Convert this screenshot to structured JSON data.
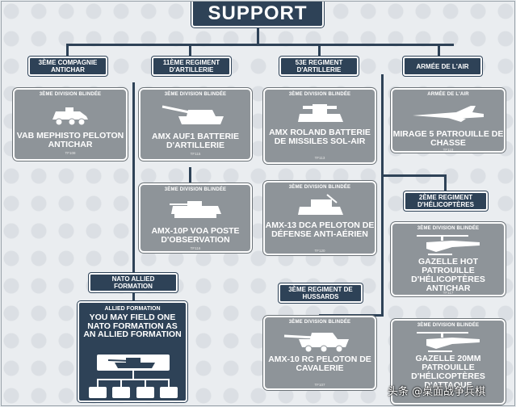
{
  "title": "SUPPORT",
  "headers": {
    "antichar": "3ÈME COMPAGNIE ANTICHAR",
    "artillerie": "11ÈME REGIMENT D'ARTILLERIE",
    "regiment53": "53E REGIMENT D'ARTILLERIE",
    "air": "ARMÉE DE L'AIR",
    "helicopteres": "2ÈME REGIMENT D'HÉLICOPTÈRES",
    "hussards": "3ÈME REGIMENT DE HUSSARDS",
    "nato": "NATO ALLIED FORMATION"
  },
  "cards": {
    "vab": {
      "formation": "3ÈME DIVISION BLINDÉE",
      "name": "VAB MEPHISTO PELOTON ANTICHAR",
      "code": "TF108",
      "icon": "vab-vehicle-icon"
    },
    "auf1": {
      "formation": "3ÈME DIVISION BLINDÉE",
      "name": "AMX AUF1 BATTERIE D'ARTILLERIE",
      "code": "TF115",
      "icon": "self-propelled-gun-icon"
    },
    "amx10p": {
      "formation": "3ÈME DIVISION BLINDÉE",
      "name": "AMX-10P VOA POSTE D'OBSERVATION",
      "code": "TF116",
      "icon": "apc-icon"
    },
    "roland": {
      "formation": "3ÈME DIVISION BLINDÉE",
      "name": "AMX ROLAND BATTERIE DE MISSILES SOL-AIR",
      "code": "TF113",
      "icon": "sam-vehicle-icon"
    },
    "amx13": {
      "formation": "3ÈME DIVISION BLINDÉE",
      "name": "AMX-13 DCA PELOTON DE DÉFENSE ANTI-AÉRIEN",
      "code": "TF120",
      "icon": "aa-tank-icon"
    },
    "mirage": {
      "formation": "ARMÉE DE L'AIR",
      "name": "MIRAGE 5 PATROUILLE DE CHASSE",
      "code": "TF119",
      "icon": "jet-icon"
    },
    "gazellehot": {
      "formation": "3ÈME DIVISION BLINDÉE",
      "name": "GAZELLE HOT PATROUILLE D'HÉLICOPTÈRES ANTICHAR",
      "code": "TF117",
      "icon": "helicopter-icon"
    },
    "gazelle20": {
      "formation": "3ÈME DIVISION BLINDÉE",
      "name": "GAZELLE 20MM PATROUILLE D'HÉLICOPTÈRES D'ATTAQUE",
      "code": "",
      "icon": "helicopter-icon"
    },
    "amx10rc": {
      "formation": "3ÈME DIVISION BLINDÉE",
      "name": "AMX-10 RC PELOTON DE CAVALERIE",
      "code": "TF107",
      "icon": "armored-car-icon"
    }
  },
  "nato": {
    "formation": "ALLIED FORMATION",
    "text": "YOU MAY FIELD ONE NATO FORMATION AS AN ALLIED FORMATION",
    "icon": "tank-icon"
  },
  "watermark": "头条 @桌面战争兵棋",
  "colors": {
    "navy": "#2e4257",
    "card": "#8e9499",
    "background": "#eaedf0"
  }
}
